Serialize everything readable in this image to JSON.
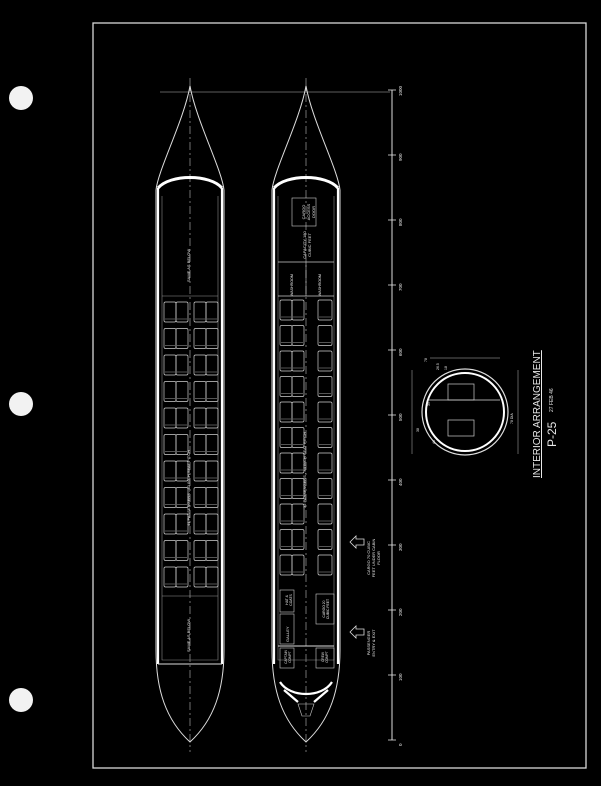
{
  "drawing": {
    "title": "INTERIOR ARRANGEMENT",
    "subtitle": "P-25",
    "date_note": "27 FEB 46"
  },
  "upper_plan": {
    "forward_note": "SAME AS BELOW",
    "aft_note": "SAME AS BELOW",
    "passenger_note": "44 PASSENGERS - 40 INCH SEAT PITCH"
  },
  "lower_plan": {
    "passenger_note": "32 PASSENGERS - 34 INCH SEAT PITCH",
    "cargo_access": "CARGO ACCESS DOOR",
    "cargo_capacity": "CAPACITY 180 CUBIC FEET",
    "washroom_left": "WASHROOM",
    "washroom_right": "WASHROOM",
    "galley": "GALLEY",
    "front_cargo": "CARGO 20 CUBIC FEET",
    "hat_compartment": "HAT & COATS",
    "cockpit_left": "CAPTAIN COMPT",
    "cockpit_right": "CREW COMPT",
    "passenger_door": "PASSENGER ENTRY & EXIT",
    "cargo_door": "CARGO 70 CUBIC FEET UNDER CABIN FLOOR"
  },
  "scale": {
    "ticks": [
      "0",
      "100",
      "200",
      "300",
      "400",
      "500",
      "600",
      "700",
      "800",
      "900",
      "1000"
    ]
  },
  "section": {
    "labels": [
      "78",
      "26.5",
      "18",
      "78 DIA",
      "39",
      "38",
      "46"
    ]
  },
  "punch_holes": 3
}
